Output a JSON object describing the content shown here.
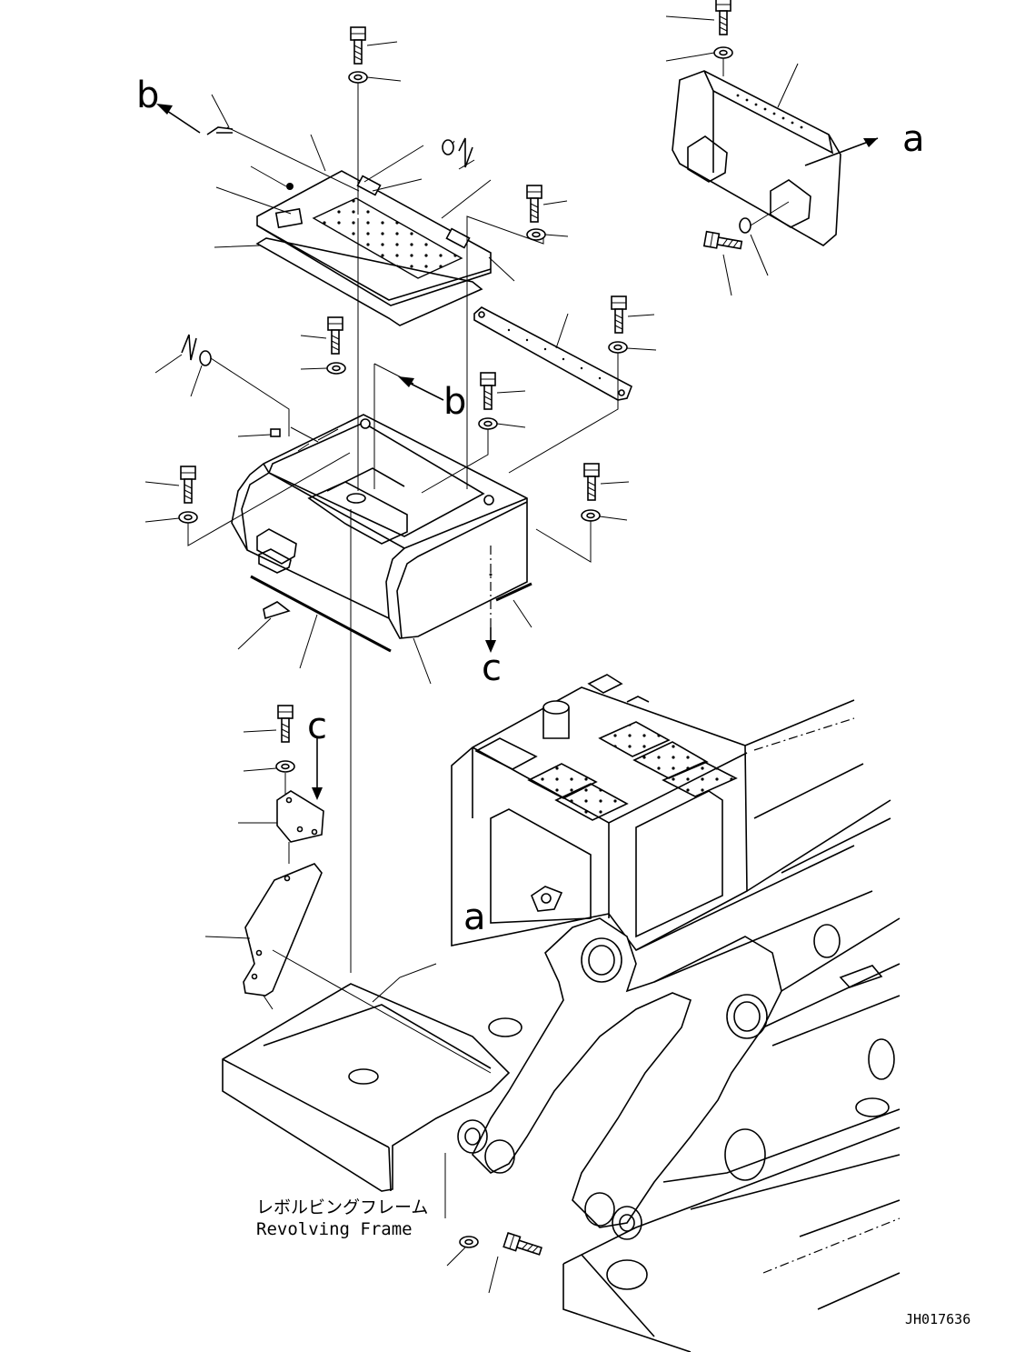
{
  "view_letters": {
    "b_top": "b",
    "b_mid": "b",
    "a_right": "a",
    "a_frame": "a",
    "c_lower": "c",
    "c_bracket": "c"
  },
  "frame_label": {
    "japanese": "レボルビングフレーム",
    "english": "Revolving Frame"
  },
  "drawing_code": "JH017636"
}
